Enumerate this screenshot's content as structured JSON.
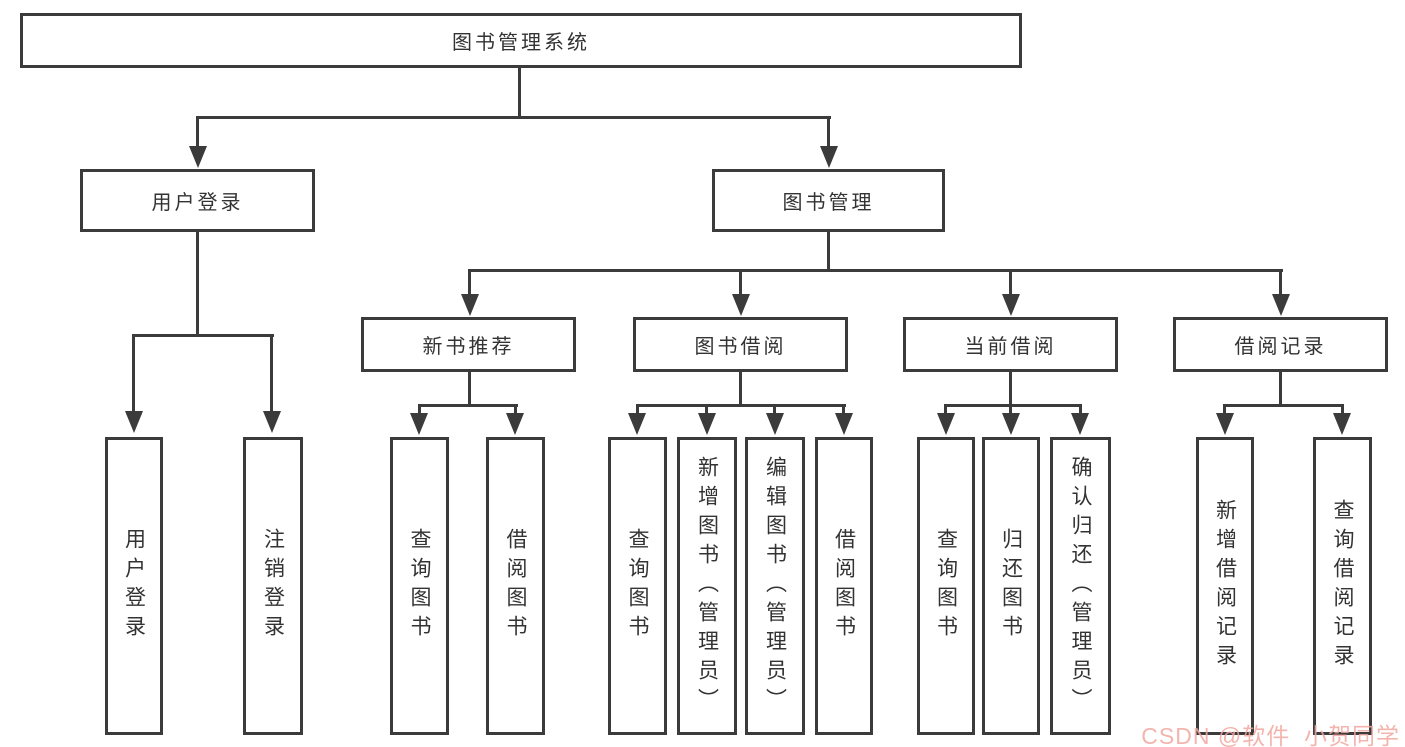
{
  "colors": {
    "line": "#3b3b3b",
    "text": "#333333",
    "canvas": "#ffffff",
    "watermark": "#f2a7a1"
  },
  "diagram": {
    "title": "图书管理系统",
    "nodes": {
      "root": "图书管理系统",
      "user_login": "用户登录",
      "book_mgmt": "图书管理",
      "login": "用户登录",
      "logout": "注销登录",
      "new_rec": "新书推荐",
      "borrow": "图书借阅",
      "current": "当前借阅",
      "records": "借阅记录",
      "rec_query": "查询图书",
      "rec_borrow": "借阅图书",
      "bor_query": "查询图书",
      "bor_add": "新增图书（管理员）",
      "bor_edit": "编辑图书（管理员）",
      "bor_borrow": "借阅图书",
      "cur_query": "查询图书",
      "cur_return": "归还图书",
      "cur_confirm": "确认归还（管理员）",
      "log_add": "新增借阅记录",
      "log_query": "查询借阅记录"
    }
  },
  "watermark": {
    "text": "CSDN @软件_小贺同学"
  }
}
